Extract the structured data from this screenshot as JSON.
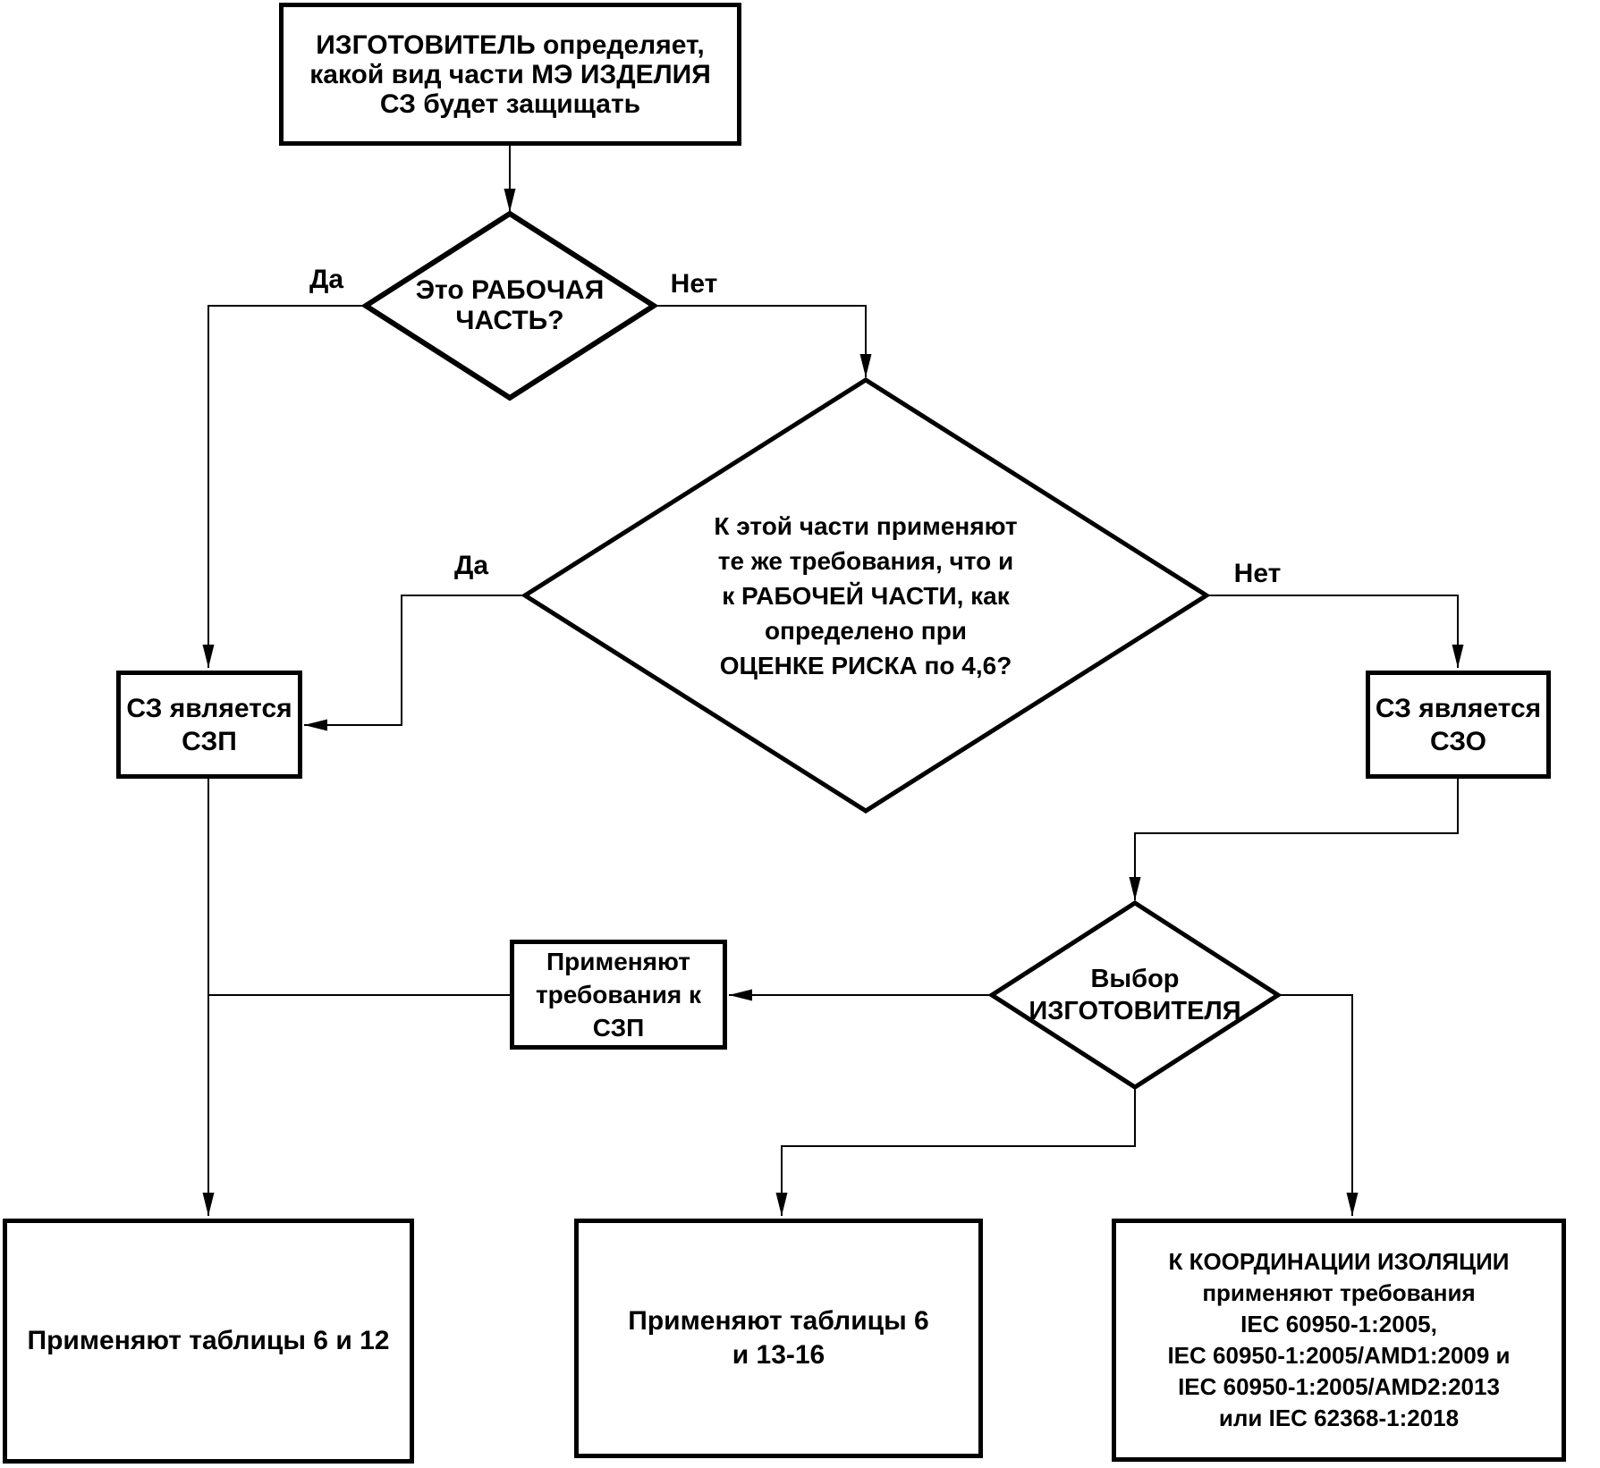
{
  "diagram": {
    "nodes": {
      "start": {
        "text": "ИЗГОТОВИТЕЛЬ определяет,\nкакой вид части МЭ ИЗДЕЛИЯ\nСЗ будет защищать"
      },
      "decision_working_part": {
        "text": "Это РАБОЧАЯ\nЧАСТЬ?"
      },
      "decision_same_requirements": {
        "text": "К этой части применяют\nте же требования, что и\nк РАБОЧЕЙ ЧАСТИ, как\nопределено при\nОЦЕНКЕ РИСКА по 4,6?"
      },
      "sz_is_szp": {
        "text": "СЗ является\nСЗП"
      },
      "sz_is_szo": {
        "text": "СЗ является\nСЗО"
      },
      "apply_szp_requirements": {
        "text": "Применяют\nтребования к\nСЗП"
      },
      "manufacturer_choice": {
        "text": "Выбор\nИЗГОТОВИТЕЛЯ"
      },
      "apply_tables_6_12": {
        "text": "Применяют таблицы 6 и 12"
      },
      "apply_tables_6_13_16": {
        "text": "Применяют таблицы 6\nи 13-16"
      },
      "insulation_coordination": {
        "text": "К КООРДИНАЦИИ ИЗОЛЯЦИИ\nприменяют требования\nIEC 60950-1:2005,\nIEC 60950-1:2005/AMD1:2009 и\nIEC 60950-1:2005/AMD2:2013\nили IEC 62368-1:2018"
      }
    },
    "edge_labels": {
      "working_part_yes": "Да",
      "working_part_no": "Нет",
      "same_requirements_yes": "Да",
      "same_requirements_no": "Нет"
    },
    "colors": {
      "background": "#ffffff",
      "line": "#000000",
      "text": "#000000"
    }
  }
}
